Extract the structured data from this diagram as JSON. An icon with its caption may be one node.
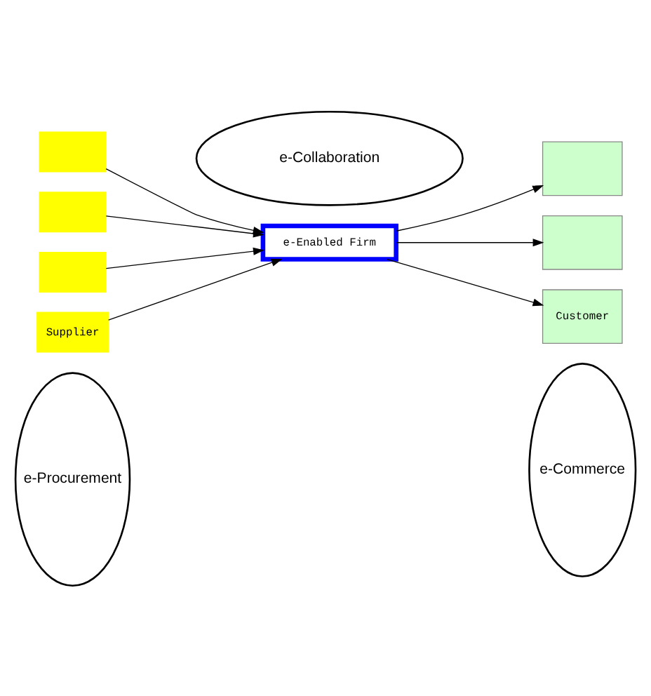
{
  "diagram": {
    "nodes": [
      {
        "text": [
          "e-Procurement"
        ]
      },
      {
        "text": [
          "e-Commerce"
        ]
      },
      {
        "text": [],
        "shape": "box"
      },
      {
        "text": [],
        "shape": "box"
      },
      {
        "text": [],
        "shape": "box"
      },
      {
        "text": [
          "Supplier"
        ]
      },
      {
        "text": [
          "e-Enabled Firm"
        ]
      },
      {
        "text": [],
        "shape": "box"
      },
      {
        "text": [],
        "shape": "box"
      },
      {
        "text": [
          "Customer"
        ]
      },
      {
        "text": [
          "e-Collaboration"
        ]
      }
    ],
    "edges": [
      {
        "from": 2,
        "to": 6,
        "arrow": "to"
      },
      {
        "from": 3,
        "to": 6,
        "arrow": "to"
      },
      {
        "from": 4,
        "to": 6,
        "arrow": "to"
      },
      {
        "from": 5,
        "to": 6,
        "arrow": "to"
      },
      {
        "from": 6,
        "to": 7,
        "arrow": "to"
      },
      {
        "from": 6,
        "to": 8,
        "arrow": "to"
      },
      {
        "from": 6,
        "to": 9,
        "arrow": "to"
      }
    ]
  }
}
